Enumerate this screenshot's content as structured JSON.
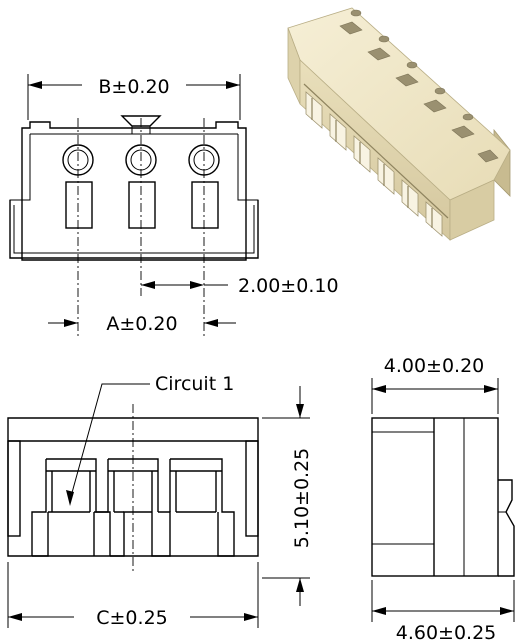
{
  "dimensions": {
    "b_width": "B±0.20",
    "pitch": "2.00±0.10",
    "a_width": "A±0.20",
    "circuit_label": "Circuit  1",
    "height": "5.10±0.25",
    "c_width": "C±0.25",
    "depth_top": "4.00±0.20",
    "depth_bottom": "4.60±0.25"
  },
  "photo": {
    "body_color": "#efe6c4",
    "shadow_color": "#b9ae86",
    "cavities": 6
  }
}
